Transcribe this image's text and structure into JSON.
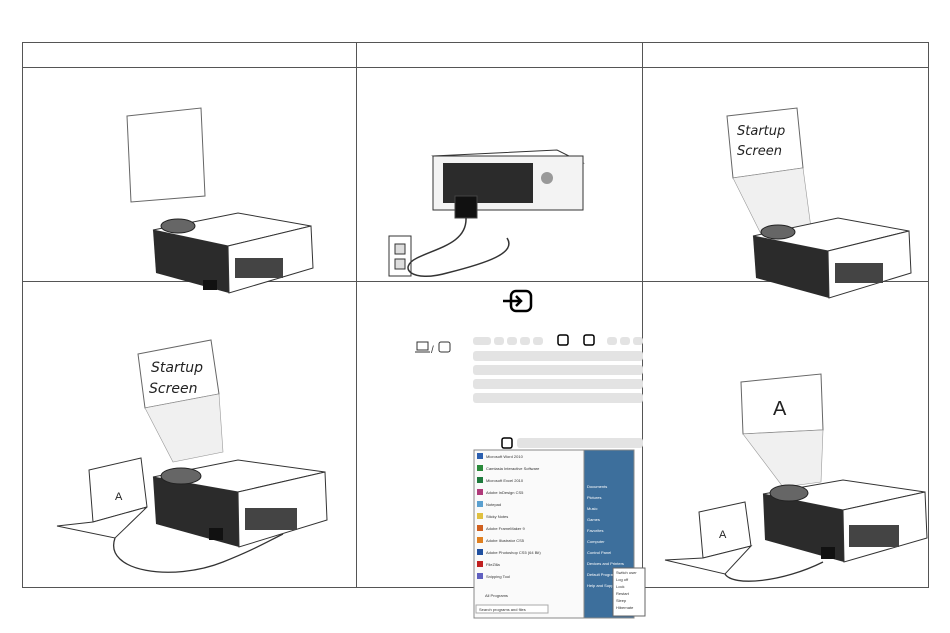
{
  "cells": {
    "c3": {
      "screen_text": [
        "Startup",
        "Screen"
      ]
    },
    "c4": {
      "screen_text": [
        "Startup",
        "Screen"
      ],
      "laptop_text": "A"
    },
    "c6": {
      "screen_text": "A",
      "laptop_text": "A"
    }
  },
  "start_menu": {
    "programs": [
      "Microsoft Word 2010",
      "Camtasia Interactive Software",
      "Microsoft Excel 2010",
      "Adobe InDesign CS5",
      "Notepad",
      "Sticky Notes",
      "Adobe FrameMaker 9",
      "Adobe Illustrator CS5",
      "Adobe Photoshop CS5 (64 Bit)",
      "FileZilla",
      "Snipping Tool"
    ],
    "all_programs": "All Programs",
    "search_placeholder": "Search programs and files",
    "right_items": [
      "Documents",
      "Pictures",
      "Music",
      "Games",
      "Favorites",
      "Computer",
      "Control Panel",
      "Devices and Printers",
      "Default Programs",
      "Help and Support"
    ],
    "power_menu": [
      "Switch user",
      "Log off",
      "Lock",
      "Restart",
      "Sleep",
      "Hibernate"
    ]
  },
  "colors": {
    "border": "#555555",
    "projector_body": "#2b2b2b",
    "menu_right_bg": "#3d6f9c"
  }
}
